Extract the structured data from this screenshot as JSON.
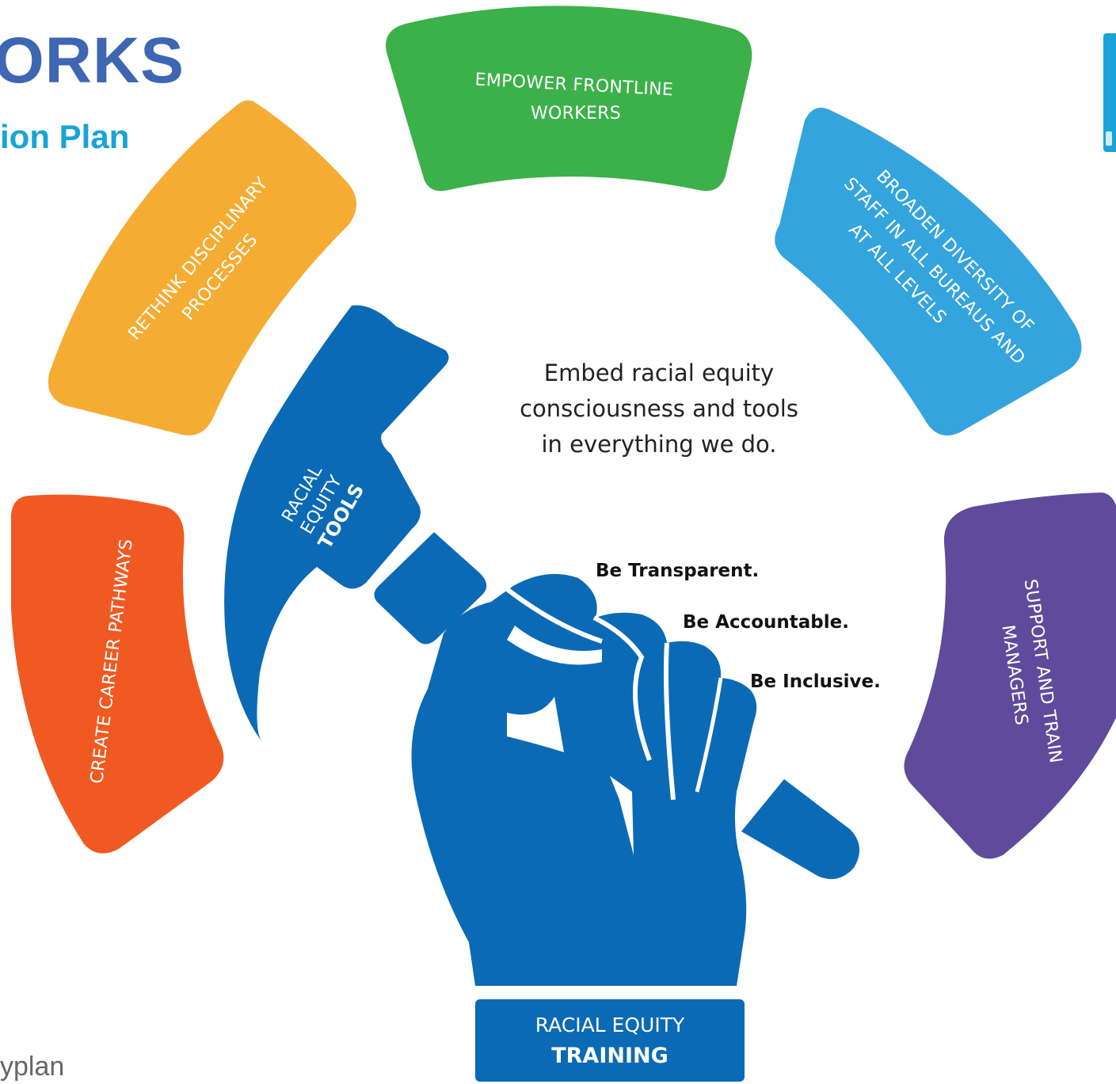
{
  "header": {
    "title_fragment": "ORKS",
    "subtitle_fragment": "ion Plan"
  },
  "footer": {
    "text_fragment": "yplan"
  },
  "segments": [
    {
      "id": "empower",
      "color": "#3cb14a",
      "line1": "EMPOWER FRONTLINE",
      "line2": "WORKERS"
    },
    {
      "id": "broaden",
      "color": "#34a4de",
      "line1": "BROADEN DIVERSITY OF",
      "line2": "STAFF IN ALL BUREAUS AND",
      "line3": "AT ALL LEVELS"
    },
    {
      "id": "support",
      "color": "#5f4b9b",
      "line1": "SUPPORT AND TRAIN",
      "line2": "MANAGERS"
    },
    {
      "id": "career",
      "color": "#f05a22",
      "line1": "CREATE CAREER PATHWAYS"
    },
    {
      "id": "rethink",
      "color": "#f5ac33",
      "line1": "RETHINK DISCIPLINARY",
      "line2": "PROCESSES"
    }
  ],
  "center": {
    "line1": "Embed racial equity",
    "line2": "consciousness and tools",
    "line3": "in everything we do."
  },
  "values": [
    "Be Transparent.",
    "Be Accountable.",
    "Be Inclusive."
  ],
  "hammer": {
    "color": "#0b6ab5",
    "line1": "RACIAL",
    "line2": "EQUITY",
    "line3": "TOOLS"
  },
  "training_box": {
    "color": "#0b6ab5",
    "line1": "RACIAL EQUITY",
    "line2": "TRAINING"
  }
}
